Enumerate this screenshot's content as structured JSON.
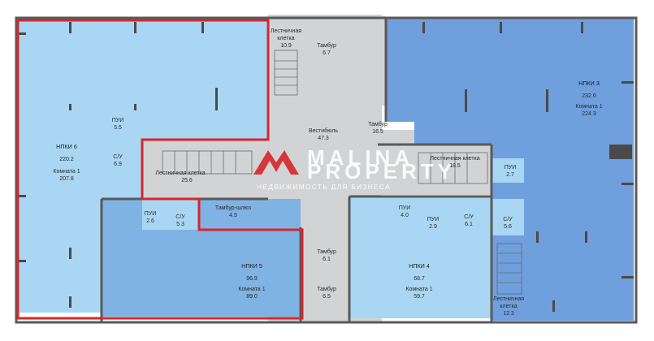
{
  "colors": {
    "light_blue": "#a9d7f3",
    "mid_blue": "#7fb3e4",
    "dark_blue": "#6f9fdc",
    "common_area": "#d2d3d4",
    "wall": "#5a5a5a",
    "highlight_outline": "#d7262b",
    "watermark_mark": "#d7262b"
  },
  "watermark": {
    "line1": "MALINA",
    "line2": "PROPERTY",
    "line3": "НЕДВИЖИМОСТЬ ДЛЯ БИЗНЕСА"
  },
  "labels": {
    "stair_top_1": "Лестничная",
    "stair_top_2": "клетка",
    "stair_top_area": "10.9",
    "tambur_top": "Тамбур",
    "tambur_top_area": "6.7",
    "vestibule": "Вестибюль",
    "vestibule_area": "47.3",
    "tambur_mid": "Тамбур",
    "tambur_mid_area": "16.5",
    "stair_left": "Лестничная клетка",
    "stair_left_area": "25.6",
    "stair_right": "Лестничная клетка",
    "stair_right_area": "18.5",
    "tambur_lock": "Тамбур-шлюз",
    "tambur_lock_area": "4.5",
    "pui_center": "ПУИ",
    "pui_center_area": "4.0",
    "tambur_bot": "Тамбур",
    "tambur_bot_area": "6.1",
    "tambur_bot2": "Тамбур",
    "tambur_bot2_area": "6.5",
    "stair_bot_1": "Лестничная",
    "stair_bot_2": "клетка",
    "stair_bot_area": "12.3"
  },
  "units": {
    "npki6": {
      "name": "НПКИ 6",
      "area": "220.2",
      "room": "Комната 1",
      "room_area": "207.8",
      "pui": "ПУИ",
      "pui_area": "5.5",
      "wc": "С/У",
      "wc_area": "6.9"
    },
    "npki5": {
      "name": "НПКИ 5",
      "area": "96.9",
      "room": "Комната 1",
      "room_area": "89.0",
      "pui": "ПУИ",
      "pui_area": "2.6",
      "wc": "С/У",
      "wc_area": "5.3"
    },
    "npki4": {
      "name": "НПКИ 4",
      "area": "68.7",
      "room": "Комната 1",
      "room_area": "59.7",
      "pui": "ПУИ",
      "pui_area": "2.9",
      "wc": "С/У",
      "wc_area": "6.1"
    },
    "npki3": {
      "name": "НПКИ 3",
      "area": "232.6",
      "room": "Комната 1",
      "room_area": "224.3",
      "pui": "ПУИ",
      "pui_area": "2.7",
      "wc": "С/У",
      "wc_area": "5.6"
    }
  }
}
